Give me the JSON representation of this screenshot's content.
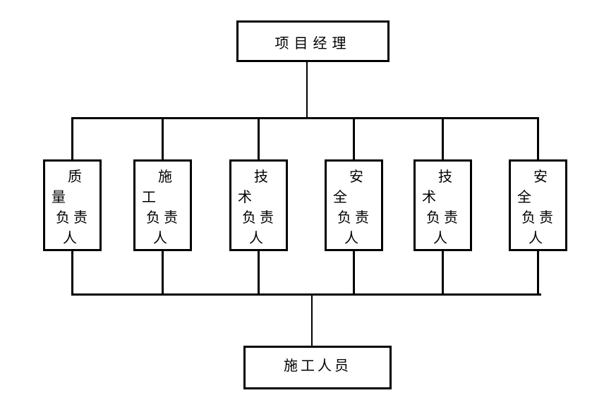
{
  "colors": {
    "background": "#ffffff",
    "line": "#000000",
    "text": "#000000"
  },
  "org_chart": {
    "root": {
      "label": "项目经理"
    },
    "middle_nodes": [
      {
        "label": "质量负责人",
        "lines": [
          "质",
          "量",
          "负责",
          "人"
        ]
      },
      {
        "label": "施工负责人",
        "lines": [
          "施",
          "工",
          "负责",
          "人"
        ]
      },
      {
        "label": "技术负责人",
        "lines": [
          "技",
          "术",
          "负责",
          "人"
        ]
      },
      {
        "label": "安全负责人",
        "lines": [
          "安",
          "全",
          "负责",
          "人"
        ]
      },
      {
        "label": "技术负责人",
        "lines": [
          "技",
          "术",
          "负责",
          "人"
        ]
      },
      {
        "label": "安全负责人",
        "lines": [
          "安",
          "全",
          "负责",
          "人"
        ]
      }
    ],
    "bottom": {
      "label": "施工人员"
    }
  }
}
